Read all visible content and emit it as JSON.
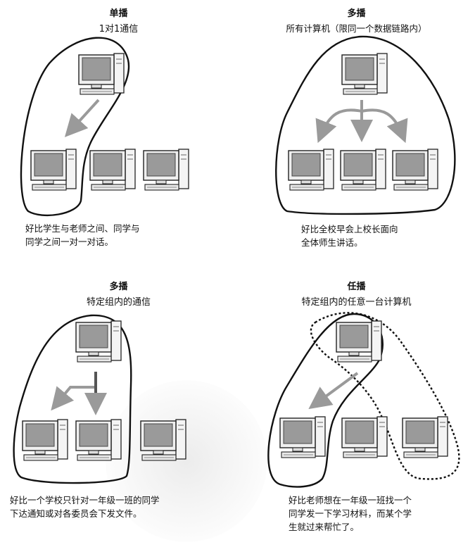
{
  "panels": [
    {
      "title": "单播",
      "subtitle": "1对1通信",
      "caption": [
        "好比学生与老师之间、同学与",
        "同学之间一对一对话。"
      ]
    },
    {
      "title": "多播",
      "subtitle": "所有计算机（限同一个数据链路内）",
      "caption": [
        "好比全校早会上校长面向",
        "全体师生讲话。"
      ]
    },
    {
      "title": "多播",
      "subtitle": "特定组内的通信",
      "caption": [
        "好比一个学校只针对一年级一班的同学",
        "下达通知或对各委员会下发文件。"
      ]
    },
    {
      "title": "任播",
      "subtitle": "特定组内的任意一台计算机",
      "caption": [
        "好比老师想在一年级一班找一个",
        "同学发一下学习材料，而某个学",
        "生就过来帮忙了。"
      ]
    }
  ]
}
